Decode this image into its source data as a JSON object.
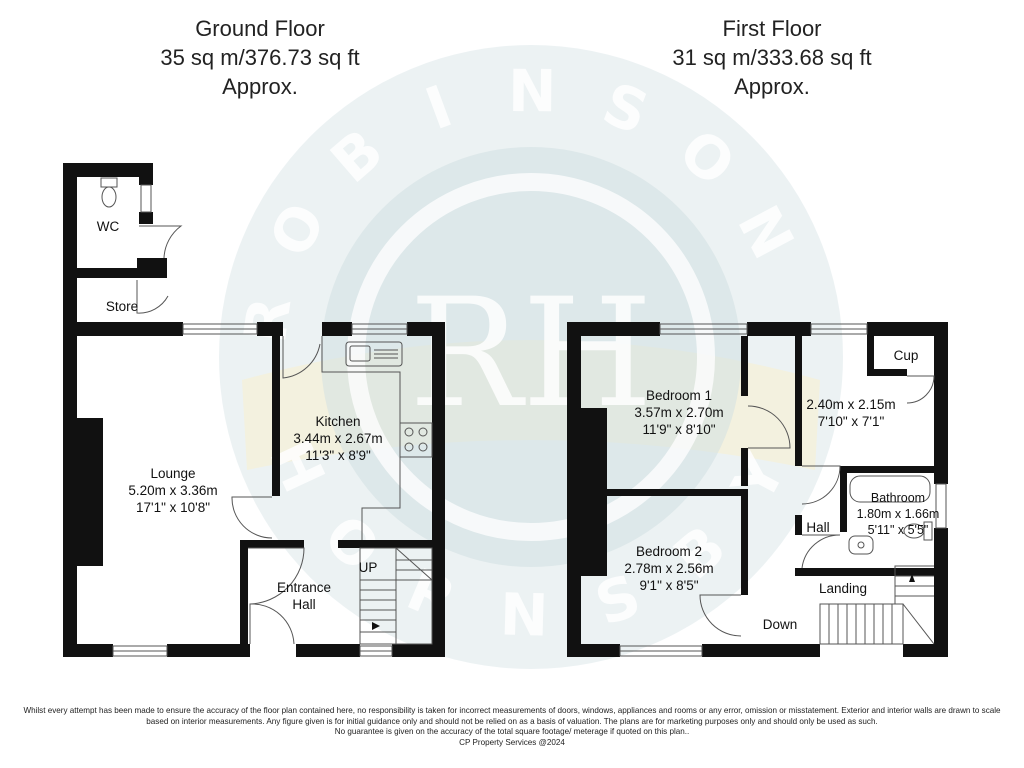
{
  "watermark": {
    "arc_top": [
      "R",
      "O",
      "B",
      "I",
      "N",
      "S",
      "O",
      "N"
    ],
    "arc_bottom": [
      "H",
      "O",
      "R",
      "N",
      "S",
      "B",
      "Y"
    ],
    "monogram": "RH",
    "colors": {
      "ring": "#d9e5e6",
      "inner": "#c9dadc",
      "band": "#f7efcf",
      "letters": "#ffffff"
    }
  },
  "ground_floor": {
    "title": "Ground Floor",
    "area": "35 sq m/376.73 sq ft",
    "approx": "Approx.",
    "rooms": {
      "wc": {
        "name": "WC"
      },
      "store": {
        "name": "Store"
      },
      "lounge": {
        "name": "Lounge",
        "metric": "5.20m x 3.36m",
        "imperial": "17'1\" x 10'8\""
      },
      "kitchen": {
        "name": "Kitchen",
        "metric": "3.44m x 2.67m",
        "imperial": "11'3\" x 8'9\""
      },
      "entrance": {
        "line1": "Entrance",
        "line2": "Hall"
      },
      "stairs": {
        "label": "UP"
      }
    }
  },
  "first_floor": {
    "title": "First Floor",
    "area": "31 sq m/333.68 sq ft",
    "approx": "Approx.",
    "rooms": {
      "bedroom1": {
        "name": "Bedroom 1",
        "metric": "3.57m x 2.70m",
        "imperial": "11'9\" x 8'10\""
      },
      "bedroom2": {
        "name": "Bedroom 2",
        "metric": "2.78m x 2.56m",
        "imperial": "9'1\" x 8'5\""
      },
      "room3": {
        "metric": "2.40m x 2.15m",
        "imperial": "7'10\" x 7'1\""
      },
      "cup": {
        "name": "Cup"
      },
      "bathroom": {
        "name": "Bathroom",
        "metric": "1.80m x 1.66m",
        "imperial": "5'11\" x 5'5\""
      },
      "hall": {
        "name": "Hall"
      },
      "landing": {
        "name": "Landing"
      },
      "down": {
        "label": "Down"
      }
    }
  },
  "disclaimer": {
    "line1": "Whilst every attempt has been made to ensure the accuracy of the floor plan contained here, no responsibility is taken for incorrect measurements of doors, windows, appliances and rooms or any error, omission or misstatement. Exterior and interior walls are drawn to scale",
    "line2": "based on interior measurements. Any figure given is for initial guidance only and should not be relied on as a basis of valuation. The plans are for marketing purposes only and should only be used as such.",
    "line3": "No guarantee is given on the accuracy of the total square footage/ meterage if quoted on this plan..",
    "line4": "CP Property Services @2024"
  },
  "colors": {
    "wall": "#111111",
    "fixture": "#555555",
    "text": "#111111"
  }
}
